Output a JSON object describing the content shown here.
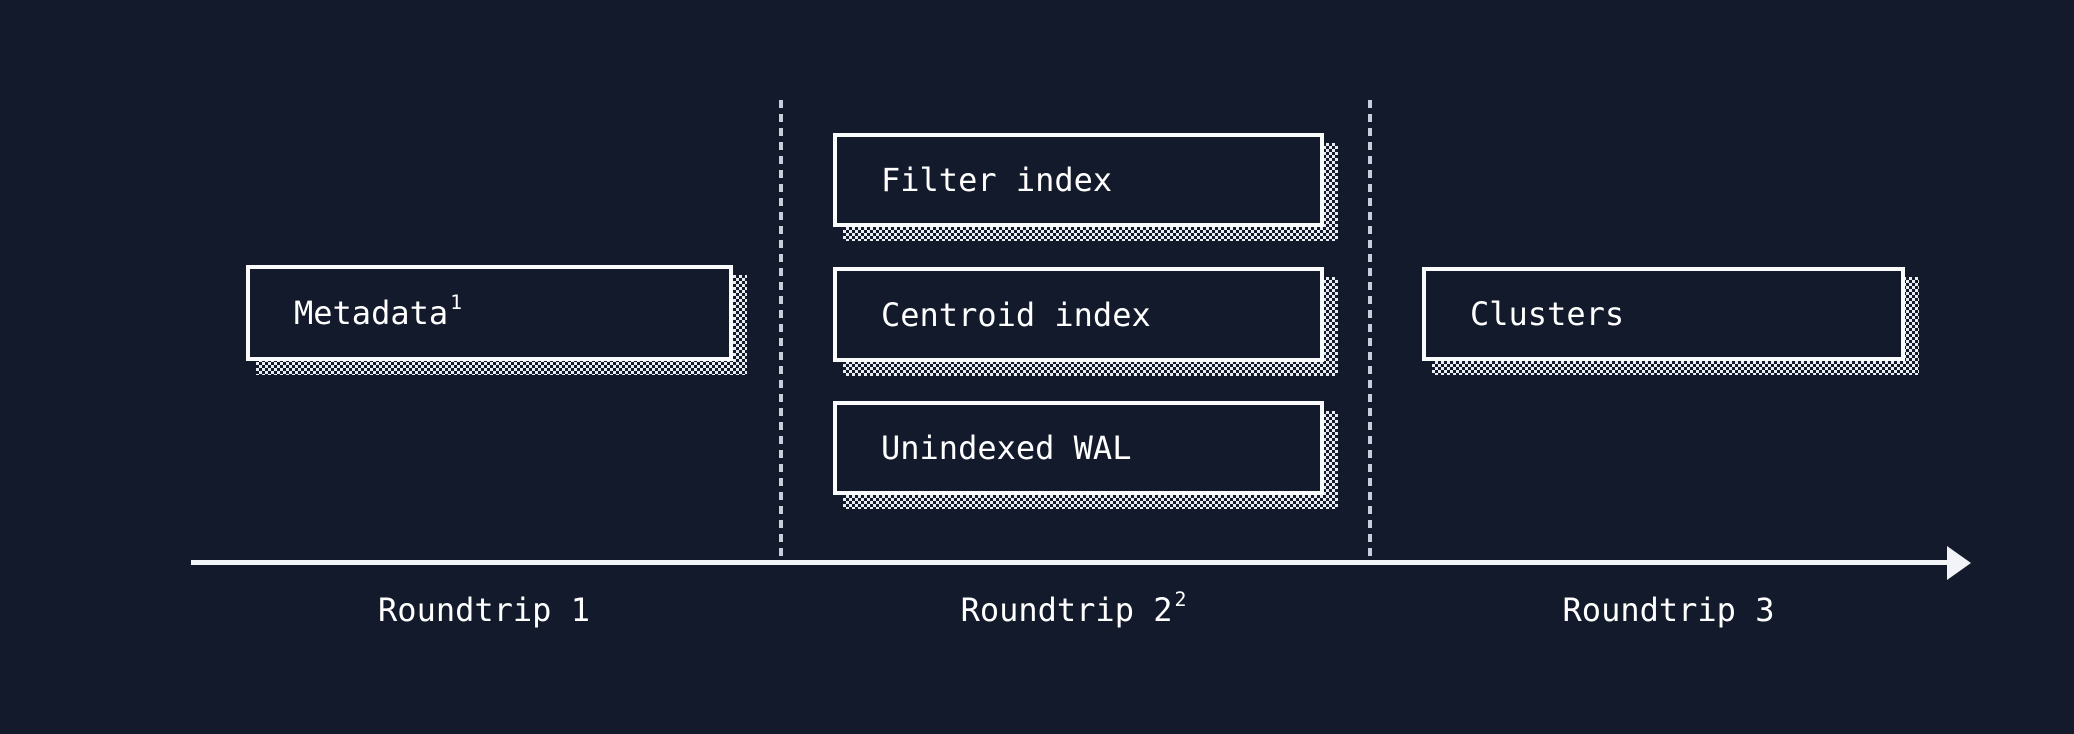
{
  "diagram": {
    "title": "storage roundtrips diagram",
    "colors": {
      "background": "#121a2b",
      "text": "#ffffff",
      "box_border": "#fafbfd",
      "dashed_divider": "#c9cfda",
      "axis_line": "#f2f4f7",
      "shadow_dots": "#e9ecf1"
    },
    "columns": [
      {
        "axis_label": {
          "text": "Roundtrip 1",
          "sup": ""
        },
        "boxes": [
          {
            "text": "Metadata",
            "sup": "1"
          }
        ]
      },
      {
        "axis_label": {
          "text": "Roundtrip 2",
          "sup": "2"
        },
        "boxes": [
          {
            "text": "Filter index",
            "sup": ""
          },
          {
            "text": "Centroid index",
            "sup": ""
          },
          {
            "text": "Unindexed WAL",
            "sup": ""
          }
        ]
      },
      {
        "axis_label": {
          "text": "Roundtrip 3",
          "sup": ""
        },
        "boxes": [
          {
            "text": "Clusters",
            "sup": ""
          }
        ]
      }
    ]
  }
}
